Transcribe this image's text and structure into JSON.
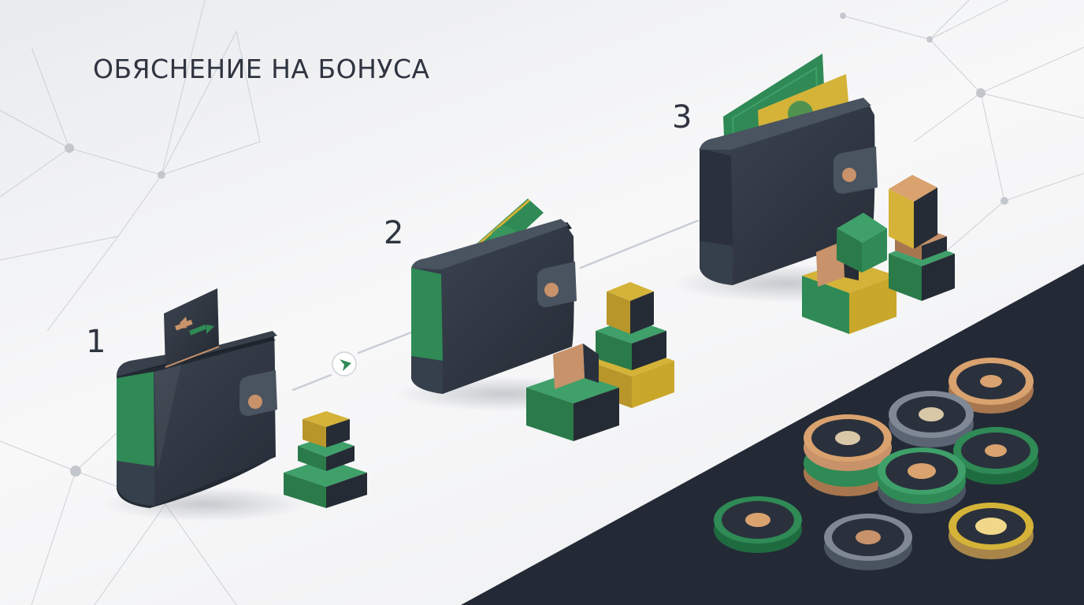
{
  "title": "ОБЯСНЕНИЕ НА БОНУСА",
  "steps": [
    {
      "number": "1",
      "wallet_content": "card-icon"
    },
    {
      "number": "2",
      "wallet_content": "banknote-icon"
    },
    {
      "number": "3",
      "wallet_content": "banknote-icon"
    }
  ],
  "colors": {
    "background": "#f1f2f4",
    "wallet_dark": "#2a313c",
    "wallet_green": "#2f8a55",
    "gold": "#c9a72a",
    "copper": "#c8926a",
    "dark_band": "#232a36"
  }
}
